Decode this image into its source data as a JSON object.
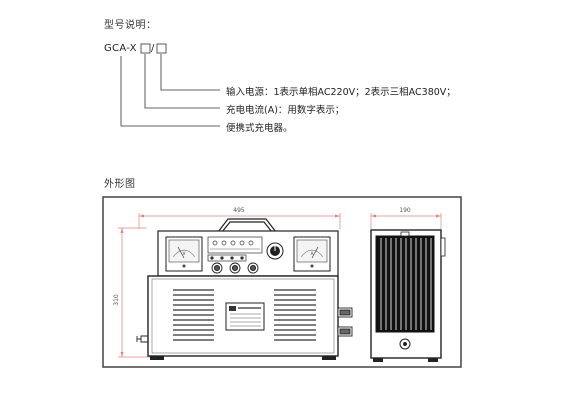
{
  "model_section": {
    "heading": "型号说明：",
    "model_prefix": "GCA-X",
    "separator": "/",
    "items": [
      {
        "text": "输入电源：1表示单相AC220V；2表示三相AC380V；"
      },
      {
        "text": "充电电流(A)：用数字表示；"
      },
      {
        "text": "便携式充电器。"
      }
    ]
  },
  "outline_section": {
    "heading": "外形图",
    "dims": {
      "width": "495",
      "depth": "190",
      "height": "310"
    },
    "meter_left_label": "V",
    "meter_right_label": "A"
  }
}
